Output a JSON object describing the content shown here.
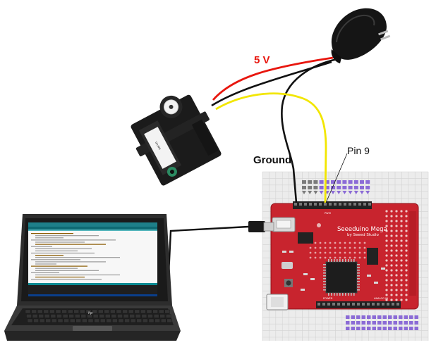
{
  "labels": {
    "voltage": "5 V",
    "ground": "Ground",
    "pin": "Pin 9"
  },
  "board": {
    "title": "Seeeduino Mega",
    "subtitle": "by Seeed Studio",
    "label_power": "POWER",
    "label_analog": "ANALOG IN",
    "label_pwm": "PWM"
  },
  "servo": {
    "label": "servo"
  },
  "laptop": {
    "brand": "hp"
  },
  "colors": {
    "wire_power": "#e8160e",
    "wire_ground": "#111111",
    "wire_signal": "#f2e600",
    "board_red": "#c8242e",
    "breadboard_bg": "#e9e9e9",
    "header_purple": "#8b6bd6",
    "arduino_teal": "#009aa0"
  },
  "icons": {
    "power_adapter": "power-adapter-icon",
    "servo_motor": "servo-motor-icon",
    "usb_plug": "usb-plug-icon",
    "laptop": "laptop-icon"
  }
}
